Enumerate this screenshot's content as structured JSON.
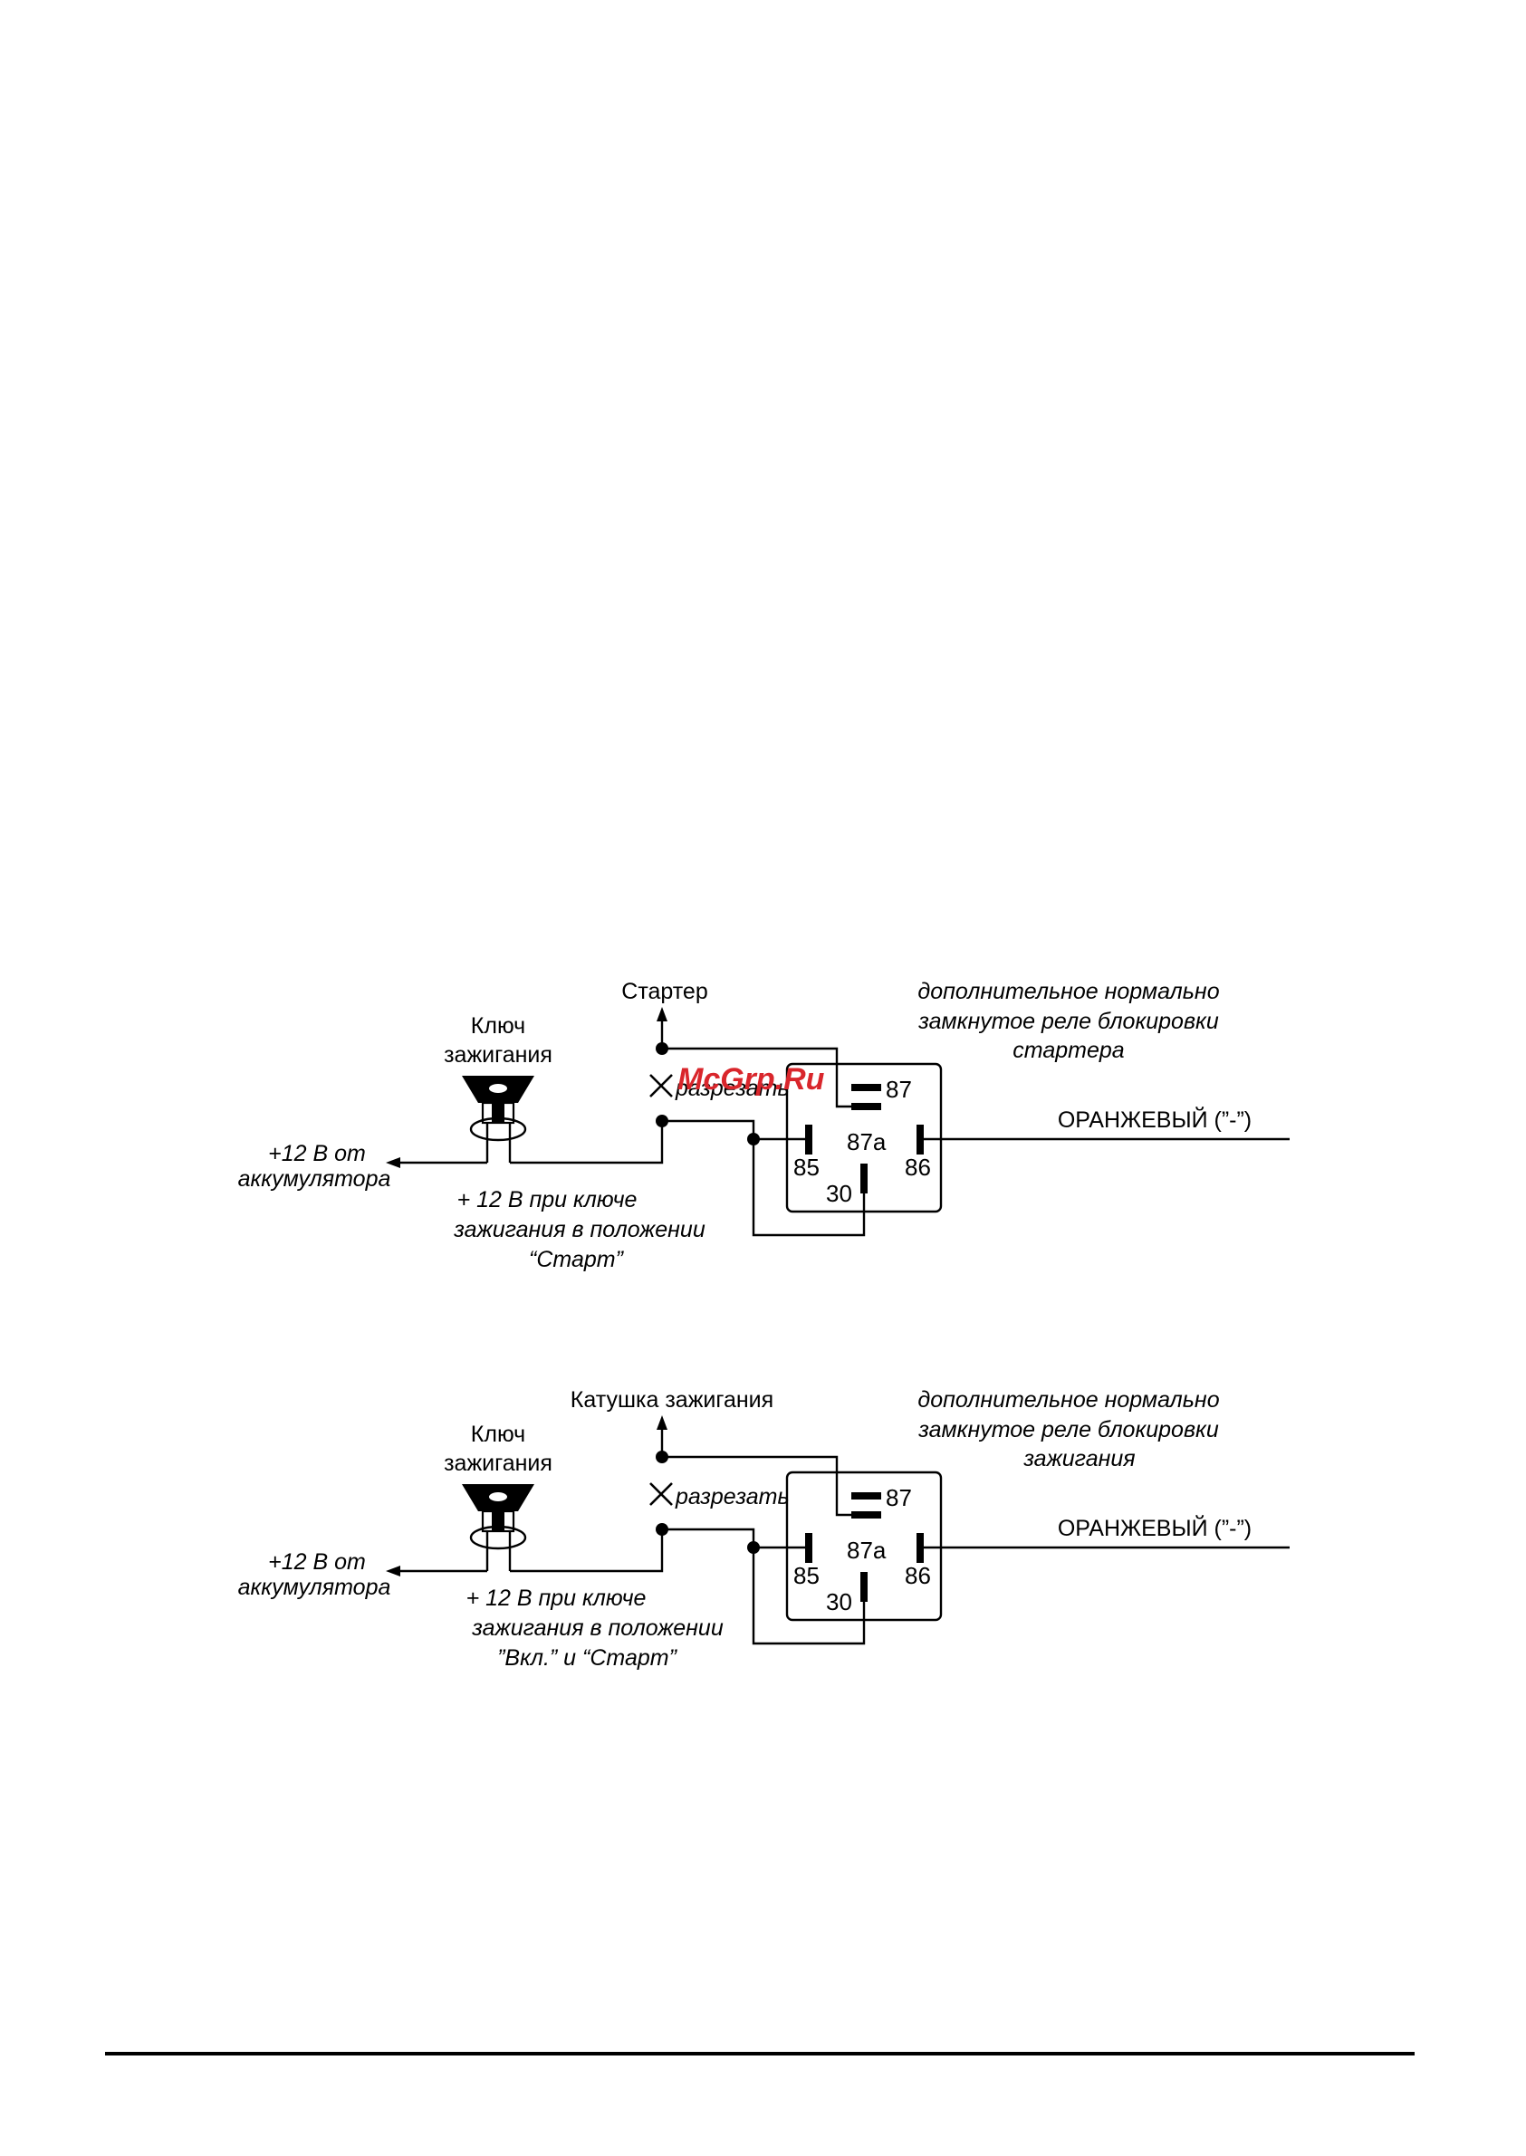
{
  "watermark": "McGrp.Ru",
  "diagrams": [
    {
      "id": "starter",
      "target_label": "Стартер",
      "relay_desc": [
        "дополнительное нормально",
        "замкнутое реле блокировки",
        "стартера"
      ],
      "key_label": [
        "Ключ",
        "зажигания"
      ],
      "battery_label": [
        "+12 В от",
        "аккумулятора"
      ],
      "cut_label": "разрезать",
      "supply_label": [
        "+ 12 В при ключе",
        "зажигания в положении",
        "“Старт”"
      ],
      "wire_label": "ОРАНЖЕВЫЙ (”-”)",
      "pins": {
        "p87": "87",
        "p87a": "87a",
        "p85": "85",
        "p86": "86",
        "p30": "30"
      }
    },
    {
      "id": "ignition",
      "target_label": "Катушка зажигания",
      "relay_desc": [
        "дополнительное нормально",
        "замкнутое реле блокировки",
        "зажигания"
      ],
      "key_label": [
        "Ключ",
        "зажигания"
      ],
      "battery_label": [
        "+12 В от",
        "аккумулятора"
      ],
      "cut_label": "разрезать",
      "supply_label": [
        "+ 12 В при ключе",
        "зажигания в положении",
        "”Вкл.” и “Старт”"
      ],
      "wire_label": "ОРАНЖЕВЫЙ (”-”)",
      "pins": {
        "p87": "87",
        "p87a": "87a",
        "p85": "85",
        "p86": "86",
        "p30": "30"
      }
    }
  ]
}
